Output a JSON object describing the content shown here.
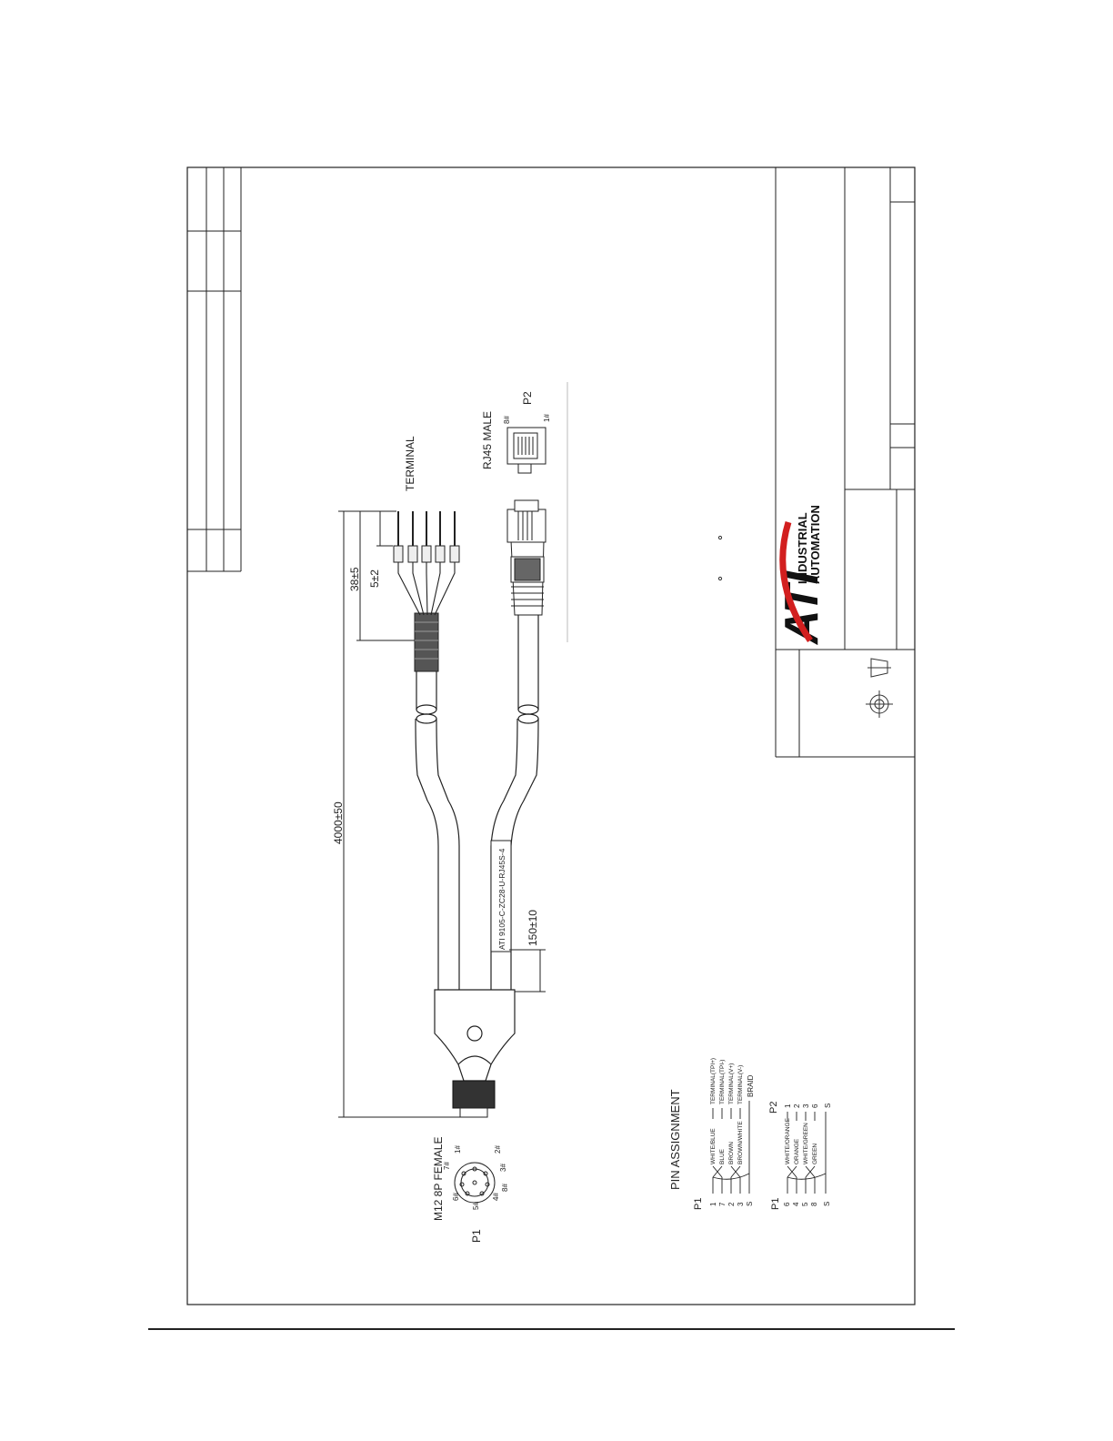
{
  "drawing": {
    "dimensions": {
      "total_length": "4000±50",
      "terminal_length": "38±5",
      "strip_length": "5±2",
      "label_offset": "150±10"
    },
    "cable_label": "ATI 9105-C-ZC28-U-RJ45S-4",
    "terminal_title": "TERMINAL",
    "rj45": {
      "title": "RJ45 MALE",
      "ref": "P2",
      "pin_high": "8#",
      "pin_low": "1#"
    },
    "m12": {
      "title": "M12 8P FEMALE",
      "ref": "P1",
      "pins": [
        "1#",
        "2#",
        "3#",
        "4#",
        "5#",
        "6#",
        "7#",
        "8#"
      ]
    },
    "pin_assignment": {
      "title": "PIN ASSIGNMENT",
      "group1": {
        "from": "P1",
        "pins": [
          "1",
          "7",
          "2",
          "3",
          "S"
        ],
        "wires": [
          "WHITE/BLUE",
          "BLUE",
          "BROWN",
          "BROWN/WHITE"
        ],
        "targets": [
          "TERMINAL(TPI+)",
          "TERMINAL(TPI-)",
          "TERMINAL(V+)",
          "TERMINAL(V-)",
          "BRAID"
        ]
      },
      "group2": {
        "from": "P1",
        "to": "P2",
        "pins": [
          "6",
          "4",
          "5",
          "8",
          "S"
        ],
        "wires": [
          "WHITE/ORANGE",
          "ORANGE",
          "WHITE/GREEN",
          "GREEN"
        ],
        "targets": [
          "1",
          "2",
          "3",
          "6",
          "S"
        ]
      }
    },
    "logo": {
      "mark": "ATI",
      "line1": "INDUSTRIAL",
      "line2": "AUTOMATION"
    },
    "colors": {
      "line": "#222222",
      "logo_red": "#d21f1f",
      "logo_black": "#111111"
    }
  }
}
